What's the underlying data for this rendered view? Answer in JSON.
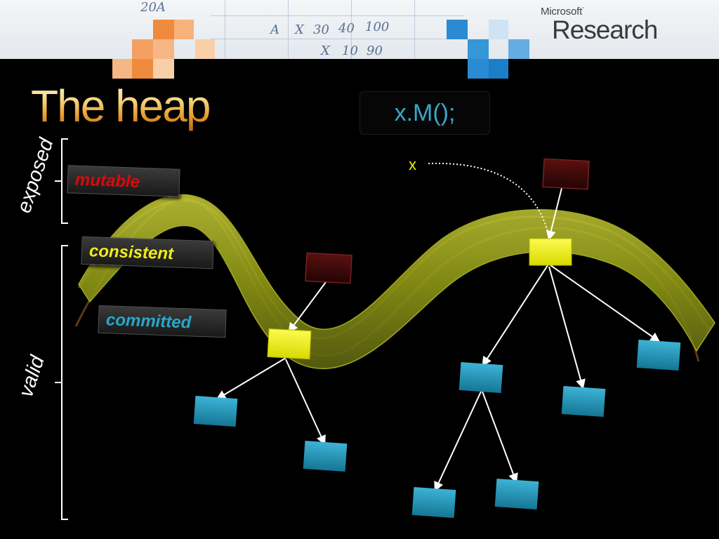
{
  "header": {
    "brand_small": "Microsoft",
    "brand_large": "Research",
    "sketch_texts": [
      "A",
      "X",
      "30",
      "40",
      "100",
      "X",
      "10",
      "90",
      "20A"
    ]
  },
  "slide": {
    "title": "The heap",
    "code": "x.M();",
    "variable": "x",
    "tags": {
      "mutable": "mutable",
      "consistent": "consistent",
      "committed": "committed"
    },
    "side_labels": {
      "exposed": "exposed",
      "valid": "valid"
    }
  },
  "colors": {
    "background": "#000000",
    "title_gold": "#e69a2a",
    "band_olive": "#9aa418",
    "yellow_box": "#f0f010",
    "dark_red_box": "#3a0808",
    "cyan_box": "#1e8eb0",
    "mutable_red": "#e00808",
    "consistent_yellow": "#f0ec16",
    "committed_cyan": "#2aa6c8"
  }
}
